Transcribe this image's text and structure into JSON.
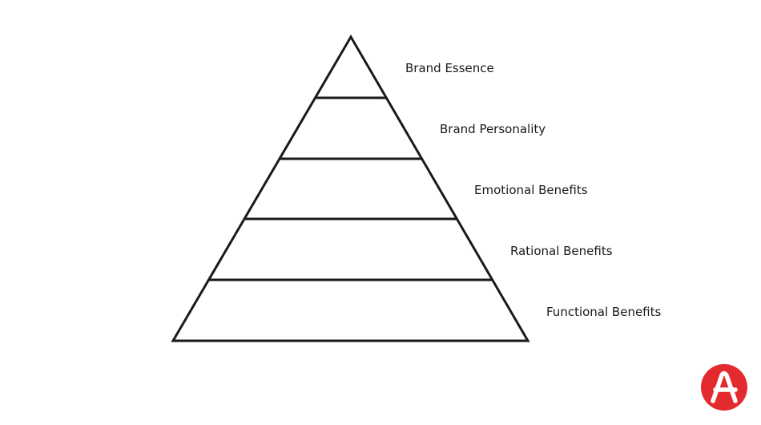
{
  "diagram": {
    "levels": [
      {
        "label": "Brand Essence"
      },
      {
        "label": "Brand Personality"
      },
      {
        "label": "Emotional Benefits"
      },
      {
        "label": "Rational Benefits"
      },
      {
        "label": "Functional Benefits"
      }
    ]
  },
  "colors": {
    "stroke": "#1a1a1a",
    "text": "#1a1a1a",
    "background": "#ffffff",
    "logo": "#e32b2f"
  },
  "logo": {
    "icon": "brand-logo-icon"
  }
}
